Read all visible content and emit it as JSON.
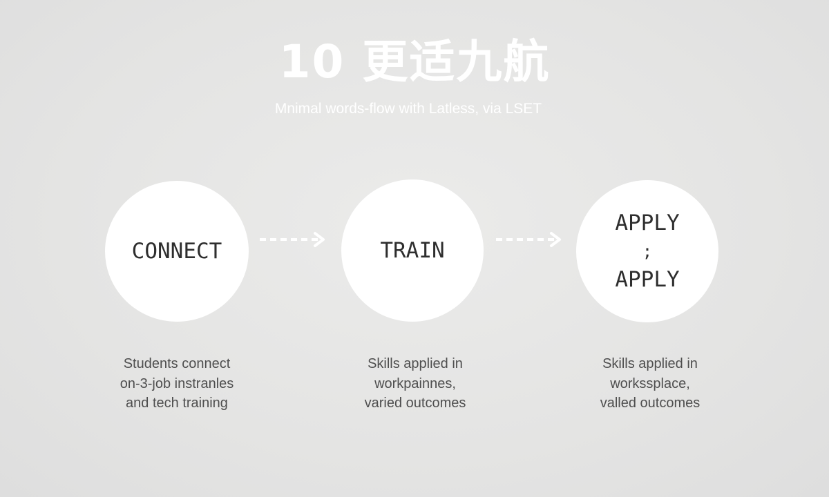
{
  "header": {
    "title": "10 更适九航",
    "subtitle": "Mnimal words-flow with Latless, via LSET"
  },
  "steps": [
    {
      "label": "CONNECT",
      "description": [
        "Students connect",
        "on-3-job instranles",
        "and tech training"
      ]
    },
    {
      "label": "TRAIN",
      "description": [
        "Skills applied in",
        "workpainnes,",
        "varied outcomes"
      ]
    },
    {
      "label_top": "APPLY",
      "label_separator": ";",
      "label_bottom": "APPLY",
      "description": [
        "Skills applied in",
        "workssplace,",
        "valled outcomes"
      ]
    }
  ],
  "colors": {
    "background": "#e4e4e3",
    "circle": "#ffffff",
    "title": "#ffffff",
    "arrow": "#ffffff",
    "node_text": "#2e2e2e",
    "description_text": "#4e4e4e"
  }
}
